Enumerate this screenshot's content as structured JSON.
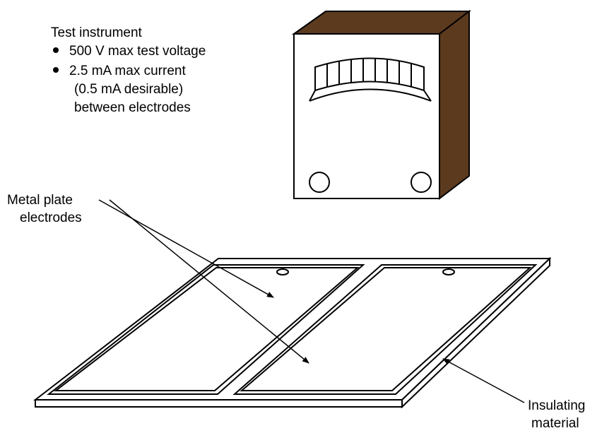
{
  "instrument": {
    "title": "Test instrument",
    "bullets": [
      "500 V max test voltage",
      "2.5 mA max current"
    ],
    "bullet_2_continuation": [
      "(0.5 mA desirable)",
      "between electrodes"
    ]
  },
  "electrodes_label": {
    "line1": "Metal plate",
    "line2": "electrodes"
  },
  "insulating_label": {
    "line1": "Insulating",
    "line2": "material"
  },
  "colors": {
    "instrument_side": "#5b3a1e",
    "instrument_face": "#ffffff",
    "stroke": "#000000"
  }
}
